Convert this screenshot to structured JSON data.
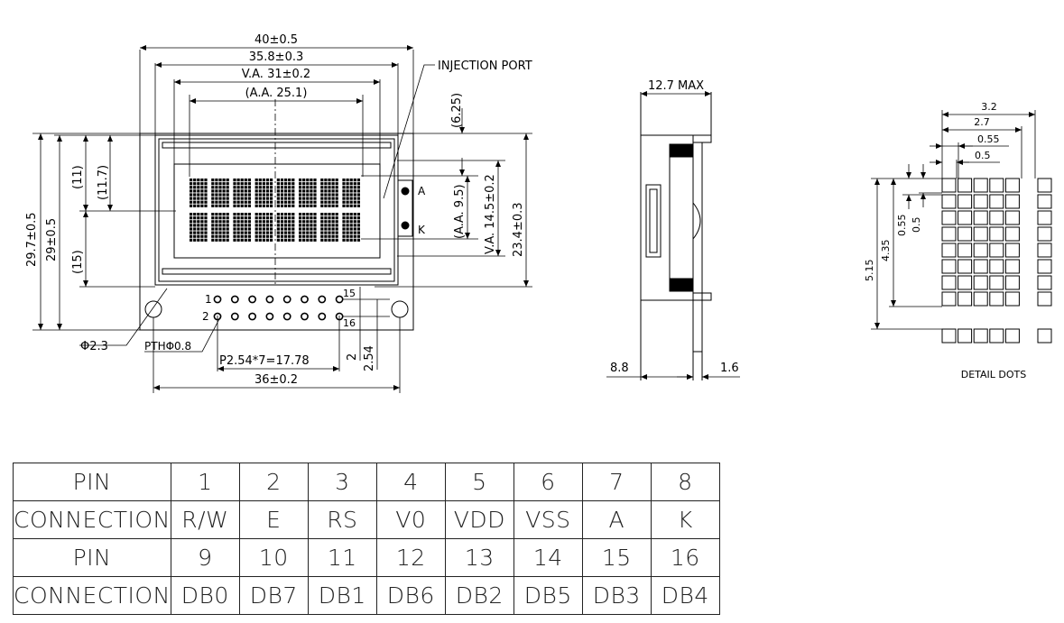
{
  "front_view": {
    "width_outer": "40±0.5",
    "width_pcb": "35.8±0.3",
    "viewing_area": "V.A. 31±0.2",
    "active_area": "(A.A. 25.1)",
    "injection_port": "INJECTION PORT",
    "top_offset": "(6.25)",
    "aa_height": "(A.A. 9.5)",
    "va_height": "V.A. 14.5±0.2",
    "bezel_height": "23.4±0.3",
    "height_11": "(11)",
    "height_117": "(11.7)",
    "height_outer": "29.7±0.5",
    "height_pcb": "29±0.5",
    "height_15": "(15)",
    "hole_dia": "Φ2.3",
    "pth_dia": "PTHΦ0.8",
    "pin_pitch": "P2.54*7=17.78",
    "hole_span": "36±0.2",
    "pitch_2": "2",
    "pitch_254": "2.54",
    "pin_1": "1",
    "pin_2": "2",
    "pin_15": "15",
    "pin_16": "16",
    "led_a": "A",
    "led_k": "K"
  },
  "side_view": {
    "max_thickness": "12.7 MAX",
    "depth": "8.8",
    "pcb_thickness": "1.6"
  },
  "detail_dots": {
    "w_32": "3.2",
    "w_27": "2.7",
    "w_055": "0.55",
    "w_05": "0.5",
    "h_515": "5.15",
    "h_435": "4.35",
    "h_055": "0.55",
    "h_05": "0.5",
    "caption": "DETAIL DOTS"
  },
  "pin_table": {
    "rows": [
      {
        "header": "PIN",
        "cells": [
          "1",
          "2",
          "3",
          "4",
          "5",
          "6",
          "7",
          "8"
        ]
      },
      {
        "header": "CONNECTION",
        "cells": [
          "R/W",
          "E",
          "RS",
          "V0",
          "VDD",
          "VSS",
          "A",
          "K"
        ]
      },
      {
        "header": "PIN",
        "cells": [
          "9",
          "10",
          "11",
          "12",
          "13",
          "14",
          "15",
          "16"
        ]
      },
      {
        "header": "CONNECTION",
        "cells": [
          "DB0",
          "DB7",
          "DB1",
          "DB6",
          "DB2",
          "DB5",
          "DB3",
          "DB4"
        ]
      }
    ]
  }
}
